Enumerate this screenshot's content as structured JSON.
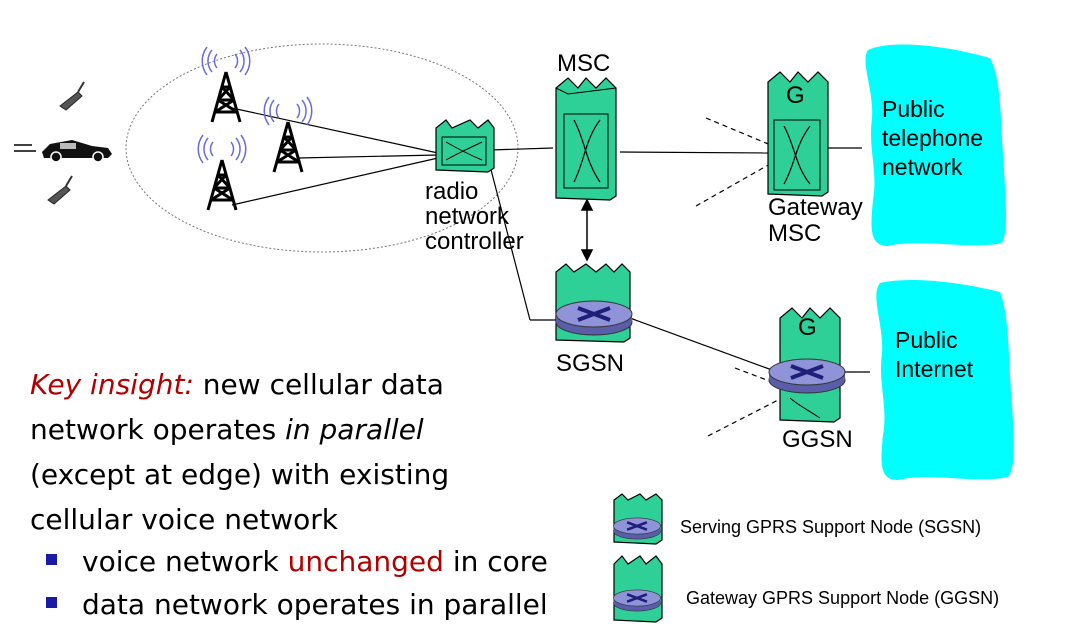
{
  "labels": {
    "msc": "MSC",
    "rnc": [
      "radio",
      "network",
      "controller"
    ],
    "gateway_msc": [
      "Gateway",
      "MSC"
    ],
    "sgsn": "SGSN",
    "ggsn": "GGSN",
    "g": "G"
  },
  "clouds": {
    "telephone": [
      "Public",
      "telephone",
      "network"
    ],
    "internet": [
      "Public",
      "Internet"
    ]
  },
  "insight": {
    "key": "Key insight:",
    "line1": " new cellular data",
    "line2_pre": "network operates ",
    "line2_it": "in parallel",
    "line3": "(except at edge) with existing",
    "line4": "cellular voice network"
  },
  "bullets": {
    "b1_pre": "voice network ",
    "b1_red": "unchanged",
    "b1_post": " in core",
    "b2": "data network operates in parallel"
  },
  "legend": {
    "sgsn": "Serving GPRS Support Node (SGSN)",
    "ggsn": "Gateway GPRS Support Node (GGSN)"
  },
  "colors": {
    "node_fill": "#2fcf98",
    "cloud_fill": "#00ffff",
    "router_fill": "#8f93d8",
    "emphasis_red": "#b00000",
    "bullet_blue": "#1a1aa6"
  }
}
